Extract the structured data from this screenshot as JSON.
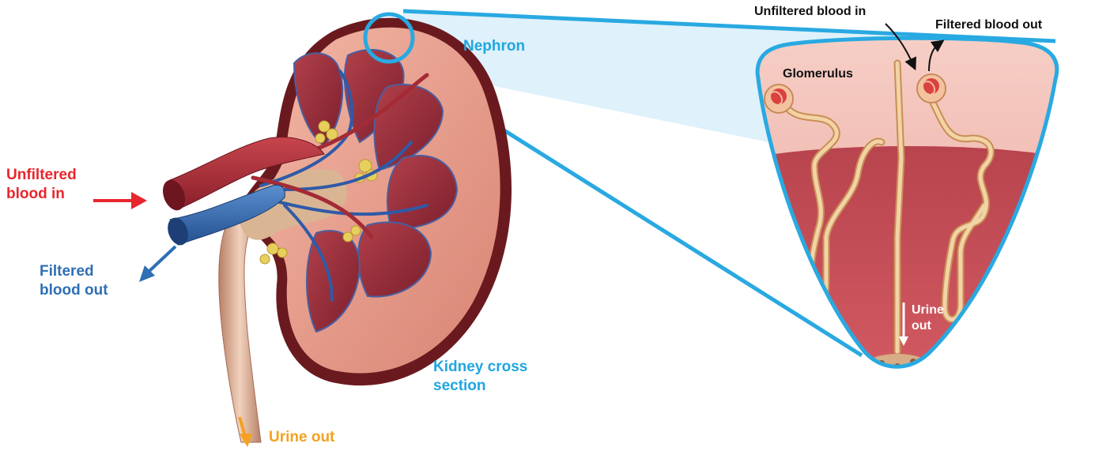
{
  "labels": {
    "unfiltered_in_left": [
      "Unfiltered",
      "blood in"
    ],
    "filtered_out_left": [
      "Filtered",
      "blood out"
    ],
    "urine_out_left": "Urine out",
    "nephron": "Nephron",
    "kidney_cross_section": [
      "Kidney cross",
      "section"
    ],
    "unfiltered_in_right": "Unfiltered blood in",
    "filtered_out_right": "Filtered blood out",
    "glomerulus": "Glomerulus",
    "urine_out_right": [
      "Urine",
      "out"
    ]
  },
  "colors": {
    "red_label": "#e8262d",
    "blue_label": "#2f6fb3",
    "cyan_label": "#1fa6e0",
    "orange_label": "#f4a11f",
    "zoom_fill": "#dff1fa",
    "zoom_outline": "#29a9e1"
  }
}
